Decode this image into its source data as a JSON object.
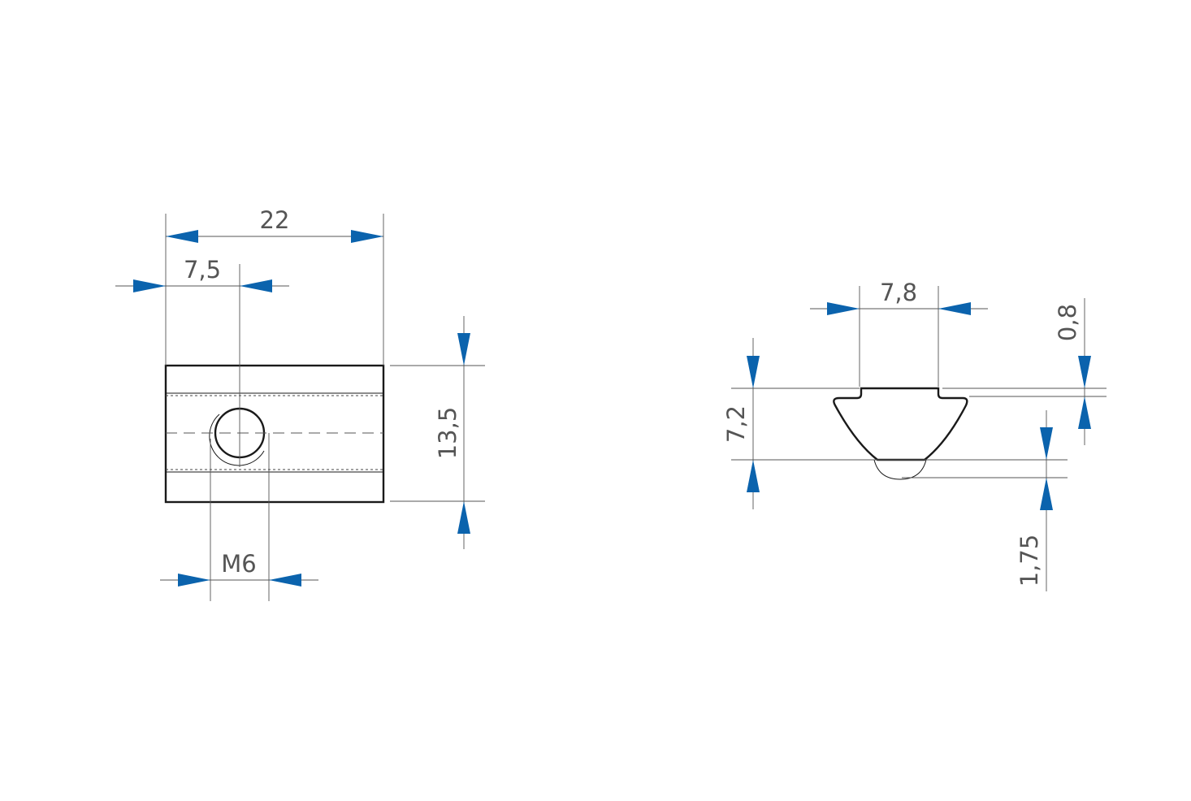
{
  "colors": {
    "arrow": "#0b63ad",
    "line": "#1a1a1a",
    "dimension_line": "#555555",
    "text": "#555555"
  },
  "front_view": {
    "width_label": "22",
    "hole_offset_label": "7,5",
    "height_label": "13,5",
    "thread_label": "M6"
  },
  "side_view": {
    "slot_width_label": "7,8",
    "lip_label": "0,8",
    "height_label": "7,2",
    "spring_ball_label": "1,75"
  }
}
